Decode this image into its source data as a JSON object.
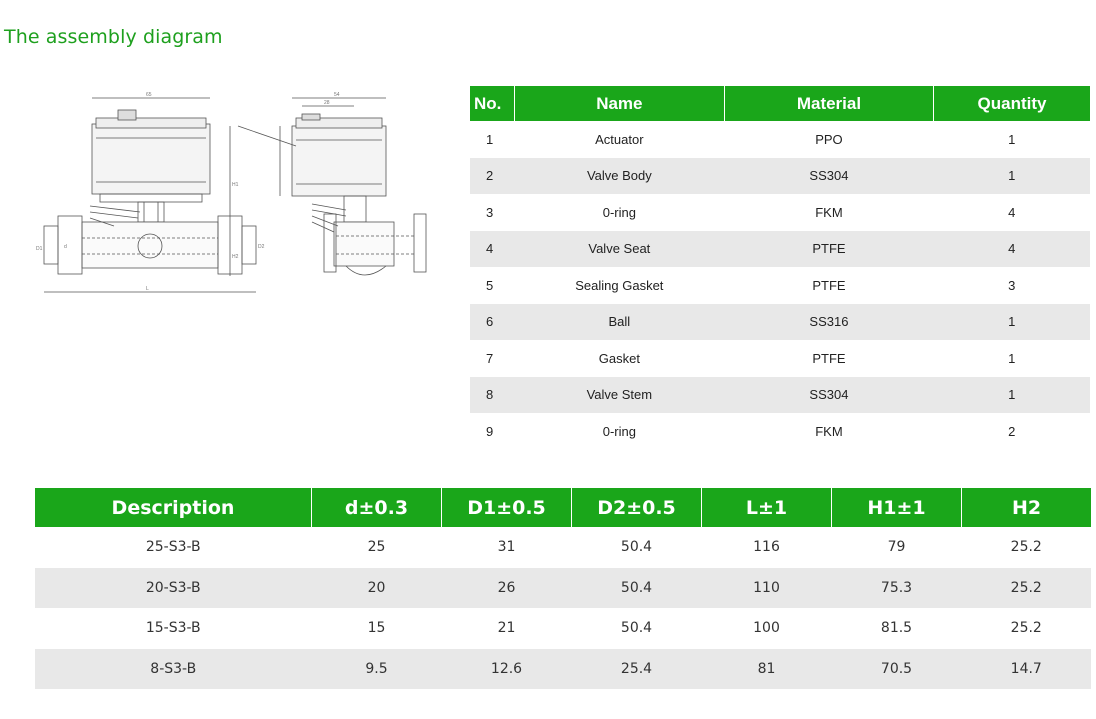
{
  "title": "The assembly diagram",
  "parts_table": {
    "headers": [
      "No.",
      "Name",
      "Material",
      "Quantity"
    ],
    "rows": [
      [
        "1",
        "Actuator",
        "PPO",
        "1"
      ],
      [
        "2",
        "Valve Body",
        "SS304",
        "1"
      ],
      [
        "3",
        "0-ring",
        "FKM",
        "4"
      ],
      [
        "4",
        "Valve Seat",
        "PTFE",
        "4"
      ],
      [
        "5",
        "Sealing Gasket",
        "PTFE",
        "3"
      ],
      [
        "6",
        "Ball",
        "SS316",
        "1"
      ],
      [
        "7",
        "Gasket",
        "PTFE",
        "1"
      ],
      [
        "8",
        "Valve Stem",
        "SS304",
        "1"
      ],
      [
        "9",
        "0-ring",
        "FKM",
        "2"
      ]
    ]
  },
  "dims_table": {
    "headers": [
      "Description",
      "d±0.3",
      "D1±0.5",
      "D2±0.5",
      "L±1",
      "H1±1",
      "H2"
    ],
    "rows": [
      [
        "25-S3-B",
        "25",
        "31",
        "50.4",
        "116",
        "79",
        "25.2"
      ],
      [
        "20-S3-B",
        "20",
        "26",
        "50.4",
        "110",
        "75.3",
        "25.2"
      ],
      [
        "15-S3-B",
        "15",
        "21",
        "50.4",
        "100",
        "81.5",
        "25.2"
      ],
      [
        "8-S3-B",
        "9.5",
        "12.6",
        "25.4",
        "81",
        "70.5",
        "14.7"
      ]
    ]
  },
  "drawing": {
    "dim_labels": [
      "65",
      "54",
      "28",
      "H1",
      "H2",
      "D1",
      "d",
      "D2",
      "L"
    ]
  },
  "colors": {
    "header_green": "#1aa61a",
    "title_green": "#1ea01e",
    "row_alt": "#e8e8e8"
  }
}
